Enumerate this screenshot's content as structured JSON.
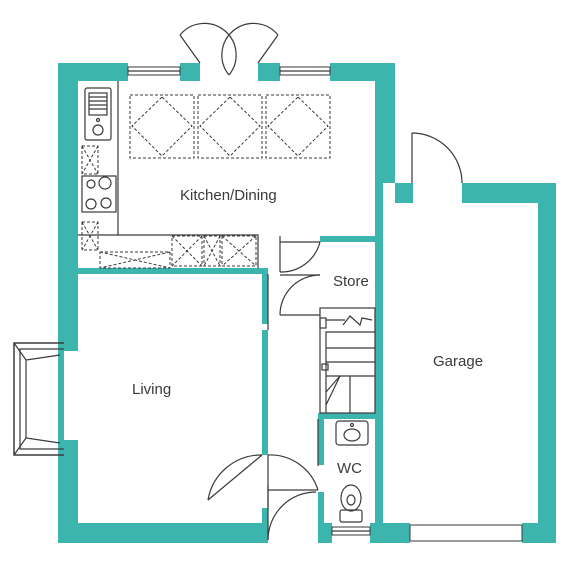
{
  "plan": {
    "rooms": {
      "kitchen": "Kitchen/Dining",
      "store": "Store",
      "garage": "Garage",
      "living": "Living",
      "wc": "WC"
    },
    "colors": {
      "wall": "#3bb5ad",
      "line": "#3a3a3a",
      "background": "#ffffff"
    }
  }
}
